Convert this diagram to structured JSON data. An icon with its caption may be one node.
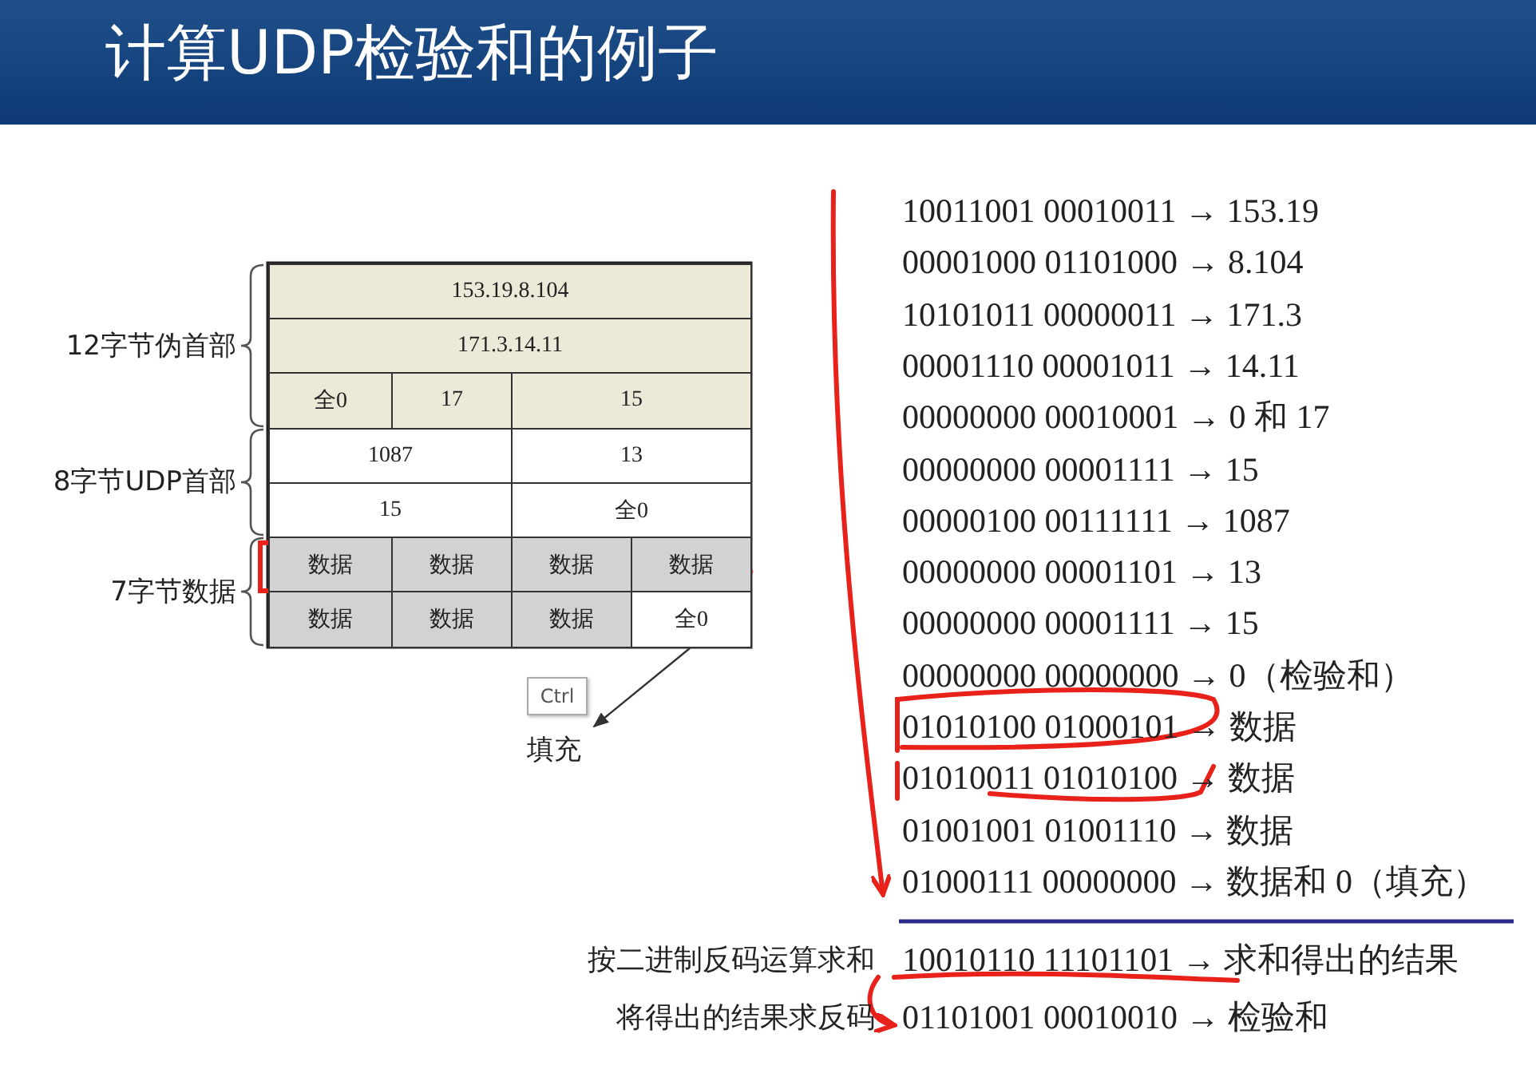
{
  "diagram": {
    "title": "计算UDP检验和的例子",
    "nodes": [
      {
        "text": [
          "全0"
        ]
      },
      {
        "text": [
          "填充"
        ]
      }
    ],
    "edges": [
      {
        "from": 0,
        "to": 1,
        "arrow": "to"
      }
    ],
    "labels": [
      "12字节伪首部",
      "8字节UDP首部",
      "7字节数据",
      "153.19.8.104",
      "171.3.14.11",
      "全0",
      "17",
      "15",
      "1087",
      "13",
      "15",
      "全0",
      "数据",
      "数据",
      "数据",
      "数据",
      "数据",
      "数据",
      "数据",
      "Ctrl",
      "10011001 00010011 → 153.19",
      "00001000 01101000 → 8.104",
      "10101011 00000011 → 171.3",
      "00001110 00001011 → 14.11",
      "00000000 00010001 → 0 和 17",
      "00000000 00001111 → 15",
      "00000100 00111111 → 1087",
      "00000000 00001101 → 13",
      "00000000 00001111 → 15",
      "00000000 00000000 → 0（检验和）",
      "01010100 01000101 → 数据",
      "01010011 01010100 → 数据",
      "01001001 01001110 → 数据",
      "01000111 00000000 → 数据和 0（填充）",
      "按二进制反码运算求和",
      "10010110 11101101 → 求和得出的结果",
      "将得出的结果求反码",
      "01101001 00010010 → 检验和"
    ]
  }
}
